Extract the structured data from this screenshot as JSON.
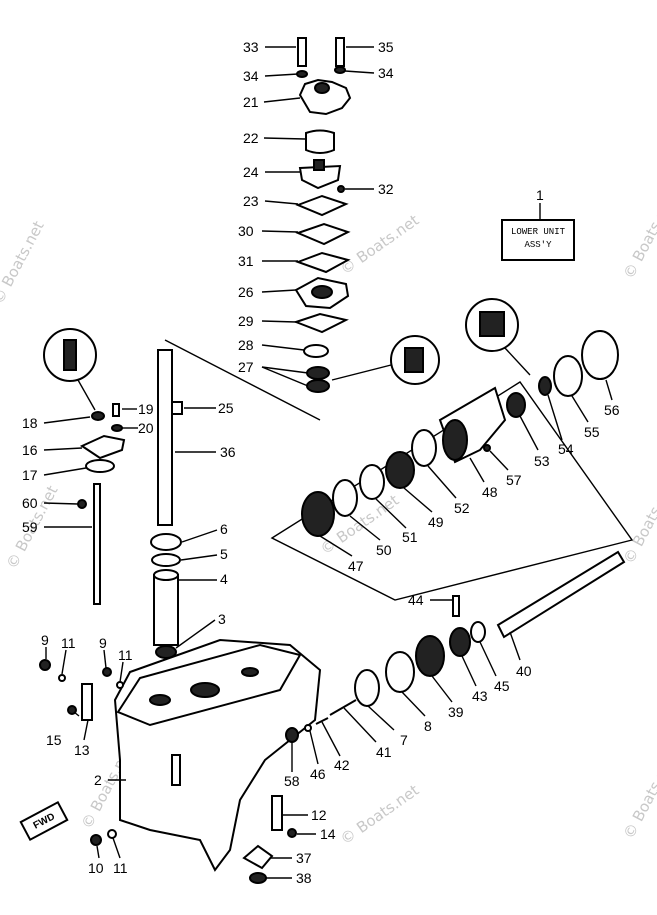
{
  "assembly_label": {
    "line1": "LOWER UNIT",
    "line2": "ASS'Y",
    "ref": "1"
  },
  "direction_label": "FWD",
  "watermark": "© Boats.net",
  "parts": [
    {
      "id": "33",
      "label": "33"
    },
    {
      "id": "35",
      "label": "35"
    },
    {
      "id": "34a",
      "label": "34"
    },
    {
      "id": "34b",
      "label": "34"
    },
    {
      "id": "21",
      "label": "21"
    },
    {
      "id": "22",
      "label": "22"
    },
    {
      "id": "24",
      "label": "24"
    },
    {
      "id": "32",
      "label": "32"
    },
    {
      "id": "23",
      "label": "23"
    },
    {
      "id": "30",
      "label": "30"
    },
    {
      "id": "31",
      "label": "31"
    },
    {
      "id": "26",
      "label": "26"
    },
    {
      "id": "29",
      "label": "29"
    },
    {
      "id": "28",
      "label": "28"
    },
    {
      "id": "27",
      "label": "27"
    },
    {
      "id": "18",
      "label": "18"
    },
    {
      "id": "19",
      "label": "19"
    },
    {
      "id": "20",
      "label": "20"
    },
    {
      "id": "25",
      "label": "25"
    },
    {
      "id": "16",
      "label": "16"
    },
    {
      "id": "36",
      "label": "36"
    },
    {
      "id": "17",
      "label": "17"
    },
    {
      "id": "60",
      "label": "60"
    },
    {
      "id": "59",
      "label": "59"
    },
    {
      "id": "6",
      "label": "6"
    },
    {
      "id": "5",
      "label": "5"
    },
    {
      "id": "4",
      "label": "4"
    },
    {
      "id": "3",
      "label": "3"
    },
    {
      "id": "9a",
      "label": "9"
    },
    {
      "id": "11a",
      "label": "11"
    },
    {
      "id": "9b",
      "label": "9"
    },
    {
      "id": "11b",
      "label": "11"
    },
    {
      "id": "15",
      "label": "15"
    },
    {
      "id": "13",
      "label": "13"
    },
    {
      "id": "2",
      "label": "2"
    },
    {
      "id": "10",
      "label": "10"
    },
    {
      "id": "11c",
      "label": "11"
    },
    {
      "id": "12",
      "label": "12"
    },
    {
      "id": "14",
      "label": "14"
    },
    {
      "id": "37",
      "label": "37"
    },
    {
      "id": "38",
      "label": "38"
    },
    {
      "id": "56",
      "label": "56"
    },
    {
      "id": "55",
      "label": "55"
    },
    {
      "id": "54",
      "label": "54"
    },
    {
      "id": "53",
      "label": "53"
    },
    {
      "id": "57",
      "label": "57"
    },
    {
      "id": "48",
      "label": "48"
    },
    {
      "id": "52",
      "label": "52"
    },
    {
      "id": "49",
      "label": "49"
    },
    {
      "id": "51",
      "label": "51"
    },
    {
      "id": "50",
      "label": "50"
    },
    {
      "id": "47",
      "label": "47"
    },
    {
      "id": "44",
      "label": "44"
    },
    {
      "id": "40",
      "label": "40"
    },
    {
      "id": "45",
      "label": "45"
    },
    {
      "id": "43",
      "label": "43"
    },
    {
      "id": "39",
      "label": "39"
    },
    {
      "id": "8",
      "label": "8"
    },
    {
      "id": "7",
      "label": "7"
    },
    {
      "id": "41",
      "label": "41"
    },
    {
      "id": "42",
      "label": "42"
    },
    {
      "id": "46",
      "label": "46"
    },
    {
      "id": "58",
      "label": "58"
    }
  ]
}
